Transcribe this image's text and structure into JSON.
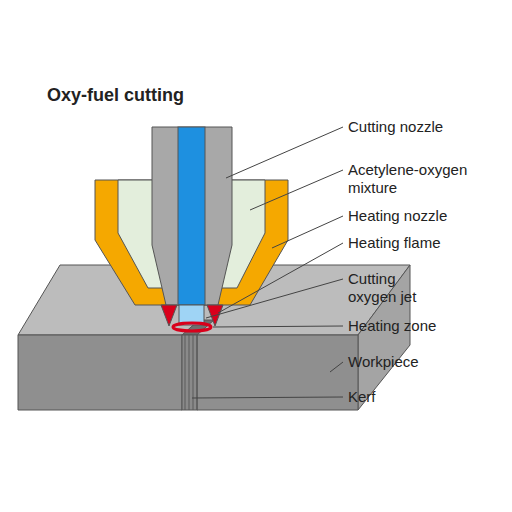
{
  "diagram": {
    "title": "Oxy-fuel cutting",
    "labels": [
      "Cutting nozzle",
      "Acetylene-oxygen mixture",
      "Heating nozzle",
      "Heating flame",
      "Cutting oxygen jet",
      "Heating zone",
      "Workpiece",
      "Kerf"
    ]
  }
}
